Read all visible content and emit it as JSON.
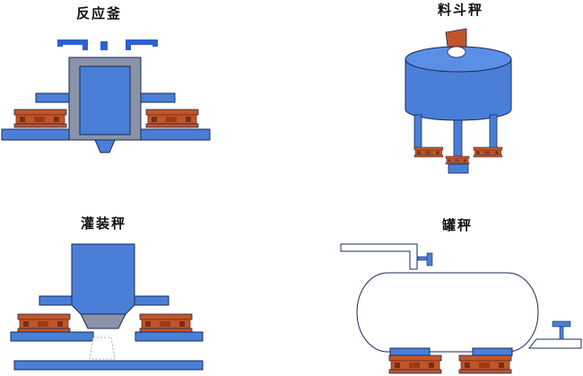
{
  "labels": {
    "reactor": "反应釜",
    "hopper": "料斗秤",
    "filling": "灌装秤",
    "tank": "罐秤"
  },
  "colors": {
    "vessel_blue": "#4a7fd8",
    "vessel_blue_light": "#5b8fe6",
    "frame_gray": "#8a93a8",
    "loadcell_brown": "#c2552a",
    "loadcell_dark": "#7a2e12",
    "outline": "#1b2a55"
  }
}
